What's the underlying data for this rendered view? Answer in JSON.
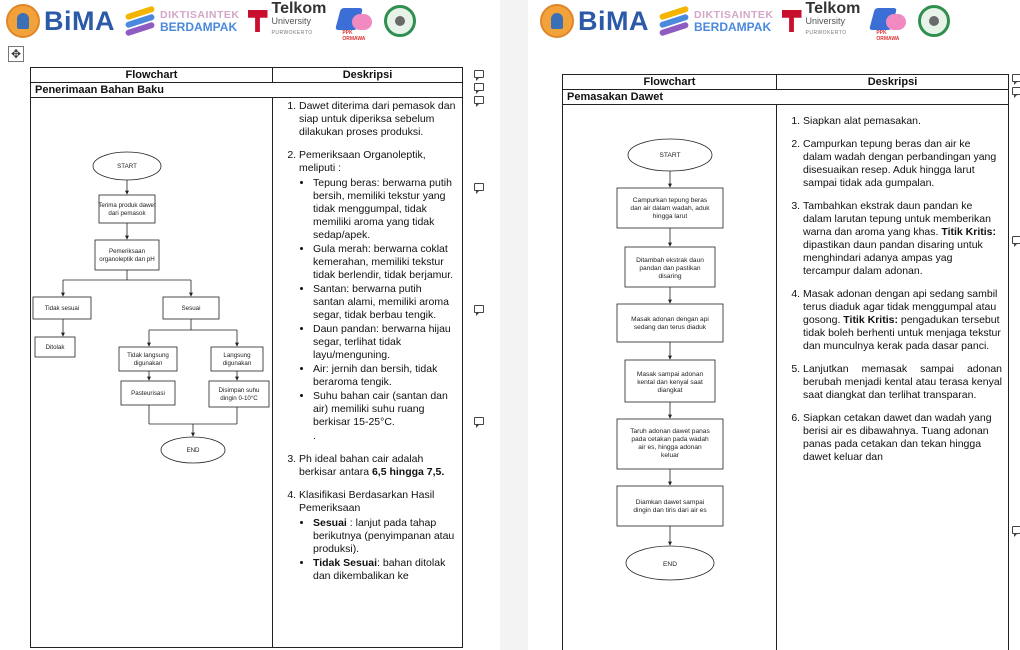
{
  "logos": {
    "bima": "BiMA",
    "dikti_line1": "DIKTISAINTEK",
    "dikti_line2": "BERDAMPAK",
    "telkom_line1": "Telkom",
    "telkom_line2": "University",
    "telkom_line3": "PURWOKERTO",
    "ppk_label": "PPK ORMAWA"
  },
  "left_page": {
    "header_flowchart": "Flowchart",
    "header_deskripsi": "Deskripsi",
    "section_title": "Penerimaan Bahan Baku",
    "flowchart": {
      "start": "START",
      "n1_l1": "Terima produk dawet",
      "n1_l2": "dari pemasok",
      "n2_l1": "Pemeriksaan",
      "n2_l2": "organoleptik dan pH",
      "tidak_sesuai": "Tidak sesuai",
      "sesuai": "Sesuai",
      "ditolak": "Ditolak",
      "tl_l1": "Tidak langsung",
      "tl_l2": "digunakan",
      "ld_l1": "Langsung",
      "ld_l2": "digunakan",
      "pasteurisasi": "Pasteurisasi",
      "dis_l1": "Disimpan suhu",
      "dis_l2": "dingin 0-10°C",
      "end": "END"
    },
    "desc": {
      "s1": "Dawet diterima dari pemasok dan siap untuk diperiksa sebelum dilakukan proses produksi.",
      "s2": "Pemeriksaan Organoleptik, meliputi :",
      "s2_items": [
        "Tepung beras: berwarna putih bersih, memiliki tekstur yang tidak menggumpal, tidak memiliki aroma yang tidak sedap/apek.",
        "Gula merah: berwarna coklat kemerahan, memiliki tekstur tidak berlendir, tidak berjamur.",
        "Santan: berwarna putih santan alami, memiliki aroma segar, tidak berbau tengik.",
        "Daun pandan: berwarna hijau segar, terlihat tidak layu/menguning.",
        "Air: jernih dan bersih, tidak beraroma tengik.",
        "Suhu bahan cair (santan dan air) memiliki suhu ruang berkisar 15-25°C."
      ],
      "s2_dot": ".",
      "s3_pre": "Ph ideal bahan cair adalah berkisar antara ",
      "s3_bold": "6,5 hingga 7,5",
      "s3_post": ".",
      "s4": "Klasifikasi Berdasarkan Hasil Pemeriksaan",
      "s4_a_bold": "Sesuai",
      "s4_a_rest": " : lanjut pada tahap berikutnya (penyimpanan atau produksi).",
      "s4_b_bold": "Tidak Sesuai",
      "s4_b_rest": ": bahan ditolak dan dikembalikan ke"
    }
  },
  "right_page": {
    "header_flowchart": "Flowchart",
    "header_deskripsi": "Deskripsi",
    "section_title": "Pemasakan Dawet",
    "flowchart": {
      "start": "START",
      "n1_l1": "Campurkan tepung beras",
      "n1_l2": "dan air dalam wadah, aduk",
      "n1_l3": "hingga larut",
      "n2_l1": "Ditambah ekstrak daun",
      "n2_l2": "pandan dan pastikan",
      "n2_l3": "disaring",
      "n3_l1": "Masak adonan dengan api",
      "n3_l2": "sedang dan terus diaduk",
      "n4_l1": "Masak sampai adonan",
      "n4_l2": "kental dan kenyal saat",
      "n4_l3": "diangkat",
      "n5_l1": "Taruh adonan dawet panas",
      "n5_l2": "pada cetakan pada wadah",
      "n5_l3": "air es, hingga adonan",
      "n5_l4": "keluar",
      "n6_l1": "Diamkan dawet sampai",
      "n6_l2": "dingin dan tiris dari air es",
      "end": "END"
    },
    "desc": {
      "s1": "Siapkan alat pemasakan.",
      "s2": "Campurkan tepung beras dan air ke dalam wadah dengan perbandingan yang disesuaikan resep. Aduk hingga larut sampai tidak ada gumpalan.",
      "s3_pre": "Tambahkan ekstrak daun pandan ke dalam larutan tepung untuk memberikan warna dan aroma yang khas. ",
      "s3_bold": "Titik Kritis:",
      "s3_post": " dipastikan daun pandan disaring untuk menghindari adanya ampas yag tercampur dalam adonan.",
      "s4_pre": "Masak adonan dengan api sedang sambil terus diaduk agar tidak menggumpal atau gosong. ",
      "s4_bold": "Titik Kritis:",
      "s4_post": " pengadukan tersebut tidak boleh berhenti untuk menjaga tekstur dan munculnya kerak pada dasar panci.",
      "s5": "Lanjutkan memasak sampai adonan berubah menjadi kental atau terasa kenyal saat diangkat dan terlihat transparan.",
      "s6": "Siapkan cetakan dawet dan wadah yang berisi air es dibawahnya. Tuang adonan panas pada cetakan dan tekan hingga dawet keluar dan"
    }
  }
}
